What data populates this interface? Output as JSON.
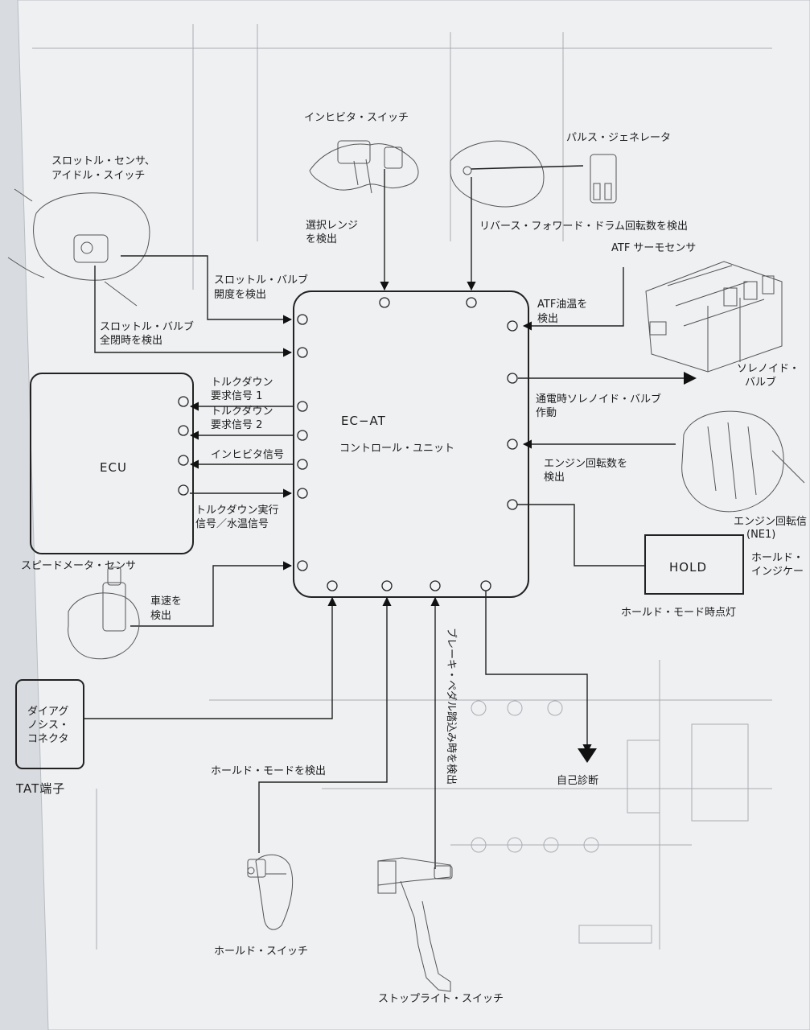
{
  "control_unit": {
    "title": "EC−AT",
    "subtitle": "コントロール・ユニット"
  },
  "ecu": {
    "label": "ECU"
  },
  "hold_box": {
    "label": "HOLD"
  },
  "connector_box": {
    "line1": "ダイアグ",
    "line2": "ノシス・",
    "line3": "コネクタ"
  },
  "components": {
    "inhibitor_switch": "インヒビタ・スイッチ",
    "pulse_generator": "パルス・ジェネレータ",
    "throttle_sensor_l1": "スロットル・センサ、",
    "throttle_sensor_l2": "アイドル・スイッチ",
    "atf_thermo_sensor": "ATF サーモセンサ",
    "solenoid_valve_l1": "ソレノイド・",
    "solenoid_valve_l2": "バルブ",
    "engine_rev_l1": "エンジン回転信",
    "engine_rev_l2": "(NE1)",
    "hold_indicator_l1": "ホールド・",
    "hold_indicator_l2": "インジケー",
    "hold_lamp": "ホールド・モード時点灯",
    "speedometer_sensor": "スピードメータ・センサ",
    "tat_terminal": "TAT端子",
    "hold_switch": "ホールド・スイッチ",
    "stoplight_switch": "ストップライト・スイッチ"
  },
  "signals": {
    "select_range_l1": "選択レンジ",
    "select_range_l2": "を検出",
    "drum_speed": "リバース・フォワード・ドラム回転数を検出",
    "throttle_open_l1": "スロットル・バルブ",
    "throttle_open_l2": "開度を検出",
    "throttle_closed_l1": "スロットル・バルブ",
    "throttle_closed_l2": "全閉時を検出",
    "atf_temp_l1": "ATF油温を",
    "atf_temp_l2": "検出",
    "solenoid_drive_l1": "通電時ソレノイド・バルブ",
    "solenoid_drive_l2": "作動",
    "engine_speed_l1": "エンジン回転数を",
    "engine_speed_l2": "検出",
    "torque_req1_l1": "トルクダウン",
    "torque_req1_l2": "要求信号 1",
    "torque_req2_l1": "トルクダウン",
    "torque_req2_l2": "要求信号 2",
    "inhibitor_signal": "インヒビタ信号",
    "torque_exec_l1": "トルクダウン実行",
    "torque_exec_l2": "信号／水温信号",
    "vehicle_speed_l1": "車速を",
    "vehicle_speed_l2": "検出",
    "hold_mode_detect": "ホールド・モードを検出",
    "brake_detect": "ブレーキ・ペダル踏込み時を検出",
    "self_diagnosis": "自己診断"
  }
}
